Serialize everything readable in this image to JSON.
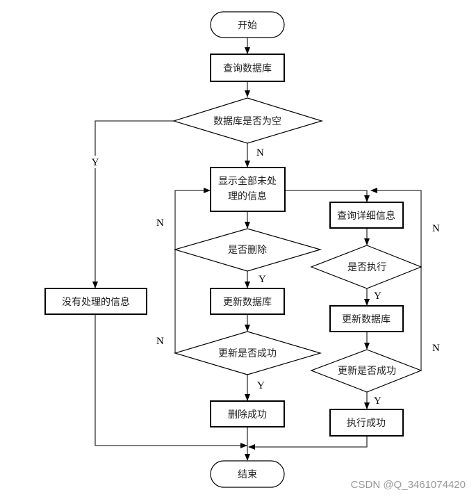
{
  "diagram": {
    "type": "flowchart",
    "nodes": {
      "start": "开始",
      "query_db": "查询数据库",
      "db_empty": "数据库是否为空",
      "no_info": "没有处理的信息",
      "show_all_line1": "显示全部未处",
      "show_all_line2": "理的信息",
      "is_delete": "是否删除",
      "update_db_left": "更新数据库",
      "update_ok_left": "更新是否成功",
      "delete_ok": "删除成功",
      "query_detail": "查询详细信息",
      "is_execute": "是否执行",
      "update_db_right": "更新数据库",
      "update_ok_right": "更新是否成功",
      "execute_ok": "执行成功",
      "end": "结束"
    },
    "edge_labels": {
      "db_empty_yes": "Y",
      "db_empty_no": "N",
      "is_delete_no": "N",
      "is_delete_yes": "Y",
      "update_left_no": "N",
      "update_left_yes": "Y",
      "is_execute_no": "N",
      "is_execute_yes": "Y",
      "update_right_no": "N",
      "update_right_yes": "Y"
    },
    "edges": [
      {
        "from": "start",
        "to": "query_db"
      },
      {
        "from": "query_db",
        "to": "db_empty"
      },
      {
        "from": "db_empty",
        "to": "no_info",
        "label": "Y"
      },
      {
        "from": "db_empty",
        "to": "show_all",
        "label": "N"
      },
      {
        "from": "show_all",
        "to": "is_delete"
      },
      {
        "from": "show_all",
        "to": "query_detail"
      },
      {
        "from": "is_delete",
        "to": "show_all",
        "label": "N"
      },
      {
        "from": "is_delete",
        "to": "update_db_left",
        "label": "Y"
      },
      {
        "from": "update_db_left",
        "to": "update_ok_left"
      },
      {
        "from": "update_ok_left",
        "to": "show_all",
        "label": "N"
      },
      {
        "from": "update_ok_left",
        "to": "delete_ok",
        "label": "Y"
      },
      {
        "from": "query_detail",
        "to": "is_execute"
      },
      {
        "from": "is_execute",
        "to": "query_detail",
        "label": "N"
      },
      {
        "from": "is_execute",
        "to": "update_db_right",
        "label": "Y"
      },
      {
        "from": "update_db_right",
        "to": "update_ok_right"
      },
      {
        "from": "update_ok_right",
        "to": "query_detail",
        "label": "N"
      },
      {
        "from": "update_ok_right",
        "to": "execute_ok",
        "label": "Y"
      },
      {
        "from": "no_info",
        "to": "end"
      },
      {
        "from": "delete_ok",
        "to": "end"
      },
      {
        "from": "execute_ok",
        "to": "end"
      }
    ]
  },
  "watermark": "CSDN @Q_3461074420"
}
